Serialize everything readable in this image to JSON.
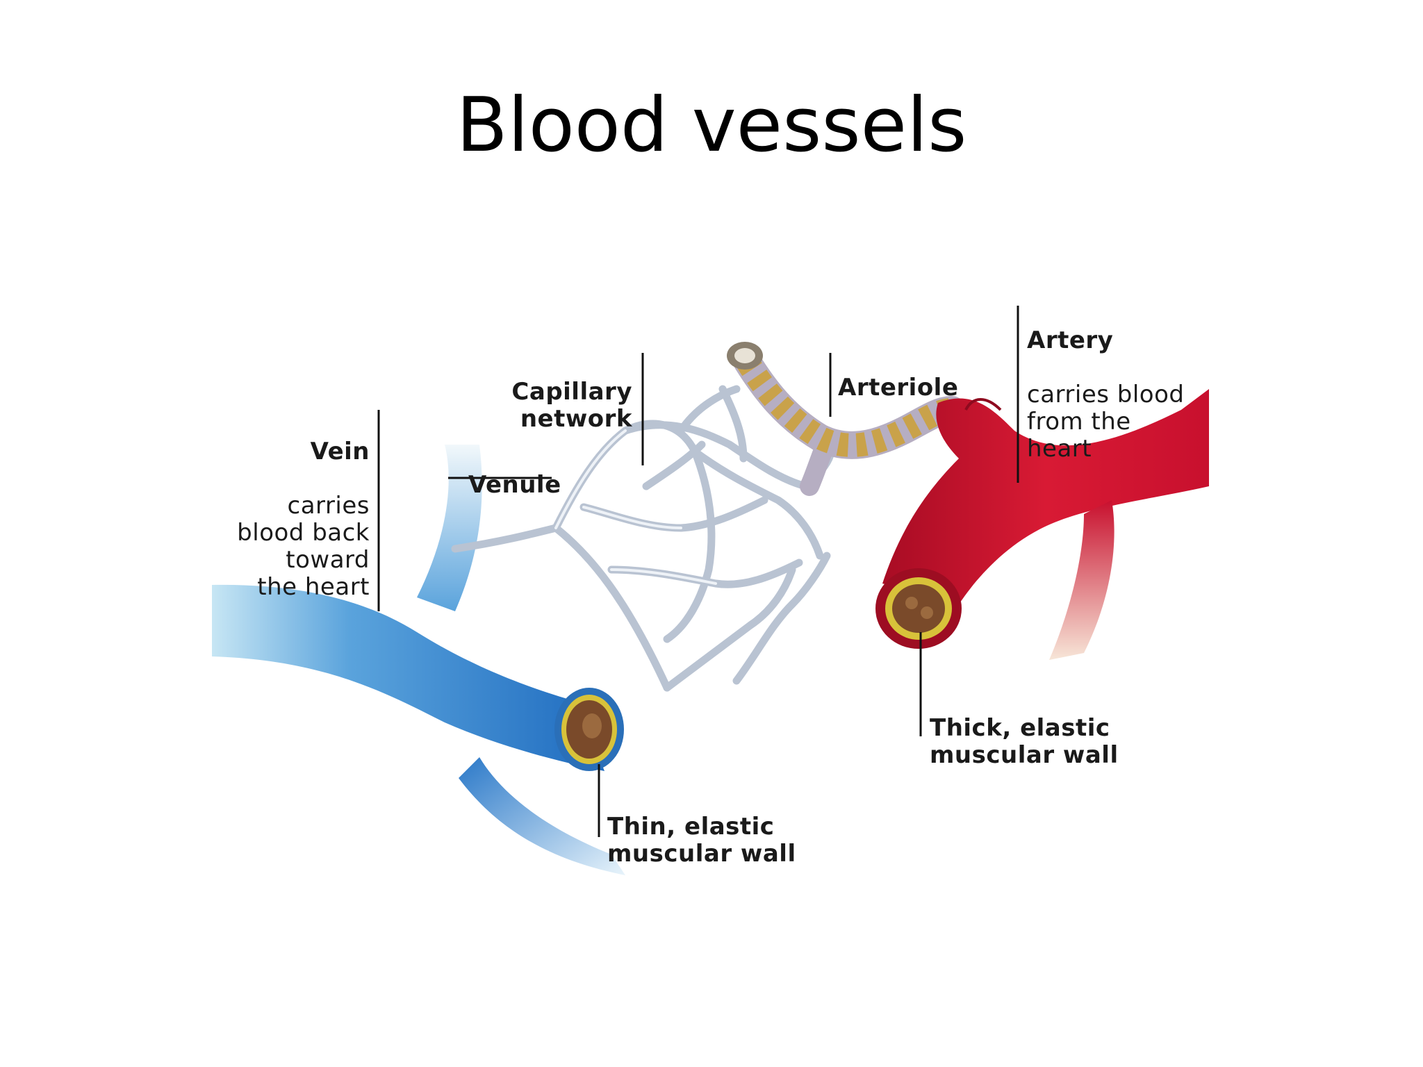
{
  "title": "Blood vessels",
  "labels": {
    "vein": {
      "heading": "Vein",
      "body": "carries\nblood back\ntoward\nthe heart"
    },
    "venule": {
      "heading": "Venule"
    },
    "capillary": {
      "heading": "Capillary\nnetwork"
    },
    "arteriole": {
      "heading": "Arteriole"
    },
    "artery": {
      "heading": "Artery",
      "body": "carries blood\nfrom the\nheart"
    },
    "vein_wall": {
      "heading": "Thin, elastic\nmuscular wall"
    },
    "artery_wall": {
      "heading": "Thick, elastic\nmuscular wall"
    }
  },
  "colors": {
    "vein": "#2f7fd0",
    "vein_light": "#bfe3f2",
    "artery": "#c8102e",
    "artery_dark": "#8e0a1f",
    "capillary": "#d4dbe6",
    "arteriole_coil": "#c9a24a",
    "wall_ring": "#d8c23a",
    "lumen": "#7a4a2a"
  }
}
